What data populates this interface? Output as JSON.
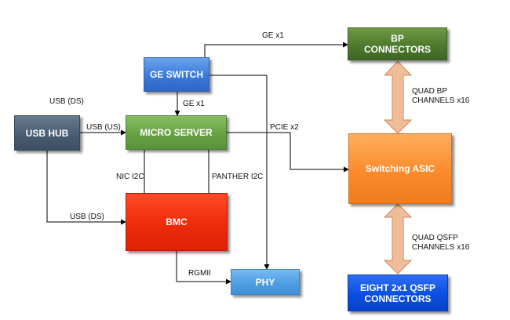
{
  "blocks": {
    "bp_connectors": "BP\nCONNECTORS",
    "ge_switch": "GE SWITCH",
    "usb_hub": "USB HUB",
    "micro_server": "MICRO SERVER",
    "switching_asic": "Switching ASIC",
    "bmc": "BMC",
    "phy": "PHY",
    "qsfp_connectors": "EIGHT 2x1 QSFP\nCONNECTORS"
  },
  "links": {
    "ge_x1_top": "GE x1",
    "quad_bp": "QUAD BP\nCHANNELS x16",
    "usb_ds_top": "USB (DS)",
    "ge_x1_mid": "GE x1",
    "usb_us": "USB (US)",
    "pcie_x2": "PCIE x2",
    "nic_i2c": "NIC I2C",
    "panther_i2c": "PANTHER I2C",
    "usb_ds_bottom": "USB (DS)",
    "quad_qsfp": "QUAD QSFP\nCHANNELS x16",
    "rgmii": "RGMII"
  },
  "colors": {
    "bp_connectors": "#4d7a2c",
    "ge_switch": "#3b79d9",
    "usb_hub": "#4a5d73",
    "micro_server": "#68a143",
    "switching_asic": "#fa8b2c",
    "bmc": "#ee2a0b",
    "phy": "#4f9de2",
    "qsfp_connectors": "#0b4fe0",
    "big_arrow": "#efbd9a"
  }
}
